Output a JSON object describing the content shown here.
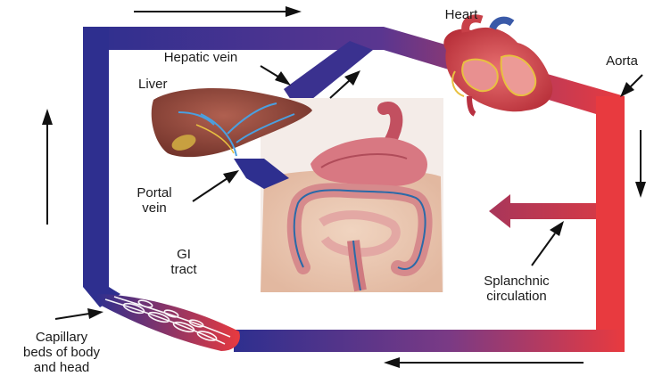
{
  "diagram": {
    "labels": {
      "heart": "Heart",
      "aorta": "Aorta",
      "hepatic_vein": "Hepatic vein",
      "liver": "Liver",
      "portal_vein_line1": "Portal",
      "portal_vein_line2": "vein",
      "gi_tract_line1": "GI",
      "gi_tract_line2": "tract",
      "splanchnic_line1": "Splanchnic",
      "splanchnic_line2": "circulation",
      "capillary_line1": "Capillary",
      "capillary_line2": "beds of body",
      "capillary_line3": "and head"
    },
    "colors": {
      "venous": "#2e2f8f",
      "arterial": "#e83a3f",
      "mixed": "#7a3a85",
      "liver": "#8e4a3c",
      "heart": "#c84048",
      "gut": "#d88a88",
      "skin": "#e8c4b0",
      "arrow": "#111111"
    }
  }
}
